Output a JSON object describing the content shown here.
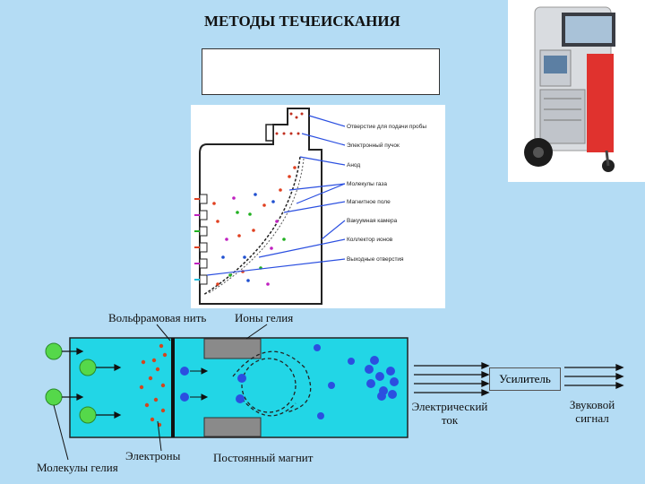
{
  "title": "МЕТОДЫ ТЕЧЕИСКАНИЯ",
  "chamber_labels": [
    "Отверстие для подачи пробы",
    "Электронный пучок",
    "Анод",
    "Молекулы газа",
    "Магнитное поле",
    "Вакуумная камера",
    "Коллектор ионов",
    "Выходные отверстия"
  ],
  "detector_labels": {
    "tungsten_filament": "Вольфрамовая нить",
    "helium_ions": "Ионы гелия",
    "electrons": "Электроны",
    "helium_molecules": "Молекулы гелия",
    "permanent_magnet": "Постоянный магнит",
    "electric_current": "Электрический ток",
    "amplifier": "Усилитель",
    "sound_signal": "Звуковой сигнал"
  },
  "colors": {
    "background": "#b4dcf4",
    "detector_fill": "#22d6e6",
    "helium_ball": "#55d84a",
    "ion_ball": "#2b4fe0",
    "electron_dot": "#d2461f",
    "label_line": "#2b4fe0"
  }
}
